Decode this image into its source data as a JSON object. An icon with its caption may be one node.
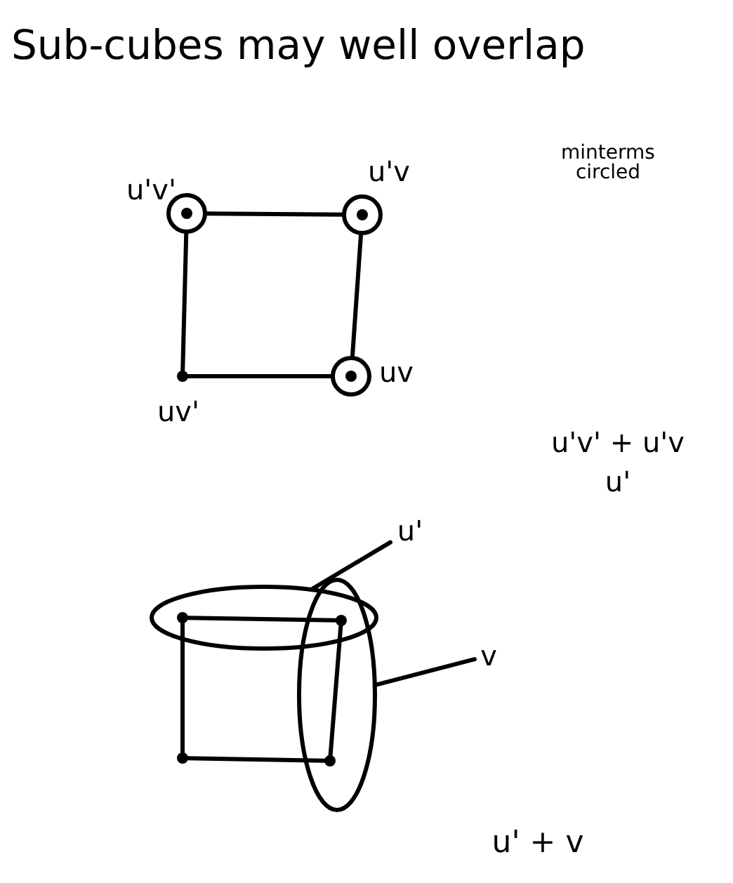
{
  "diagram": {
    "title": "Sub-cubes may well overlap",
    "nodes": [
      {
        "text": [],
        "shape": "circle",
        "beside": [
          "u'v'"
        ]
      },
      {
        "text": [],
        "shape": "circle",
        "beside": [
          "u'v"
        ]
      },
      {
        "text": [],
        "shape": "dot",
        "beside": [
          "uv'"
        ]
      },
      {
        "text": [],
        "shape": "circle",
        "beside": [
          "uv"
        ]
      },
      {
        "text": [
          "u'"
        ]
      },
      {
        "text": [],
        "shape": "ellipse"
      },
      {
        "text": [
          "v"
        ]
      },
      {
        "text": [],
        "shape": "ellipse"
      },
      {
        "text": [],
        "shape": "dot",
        "in": 5
      },
      {
        "text": [],
        "shape": "dot"
      },
      {
        "text": [],
        "shape": "dot"
      },
      {
        "text": [],
        "shape": "dot",
        "in": 7
      }
    ],
    "edges": [
      {
        "from": 0,
        "to": 1,
        "arrow": "none"
      },
      {
        "from": 0,
        "to": 2,
        "arrow": "none"
      },
      {
        "from": 1,
        "to": 3,
        "arrow": "none"
      },
      {
        "from": 2,
        "to": 3,
        "arrow": "none"
      },
      {
        "from": 4,
        "to": 5,
        "arrow": "none"
      },
      {
        "from": 6,
        "to": 7,
        "arrow": "none"
      },
      {
        "from": 8,
        "to": 9,
        "arrow": "none"
      },
      {
        "from": 8,
        "to": 10,
        "arrow": "none"
      },
      {
        "from": 9,
        "to": 11,
        "arrow": "none"
      },
      {
        "from": 10,
        "to": 11,
        "arrow": "none"
      }
    ],
    "labels": [
      "minterms circled",
      "u'v' + u'v",
      "u'",
      "u' + v"
    ]
  }
}
